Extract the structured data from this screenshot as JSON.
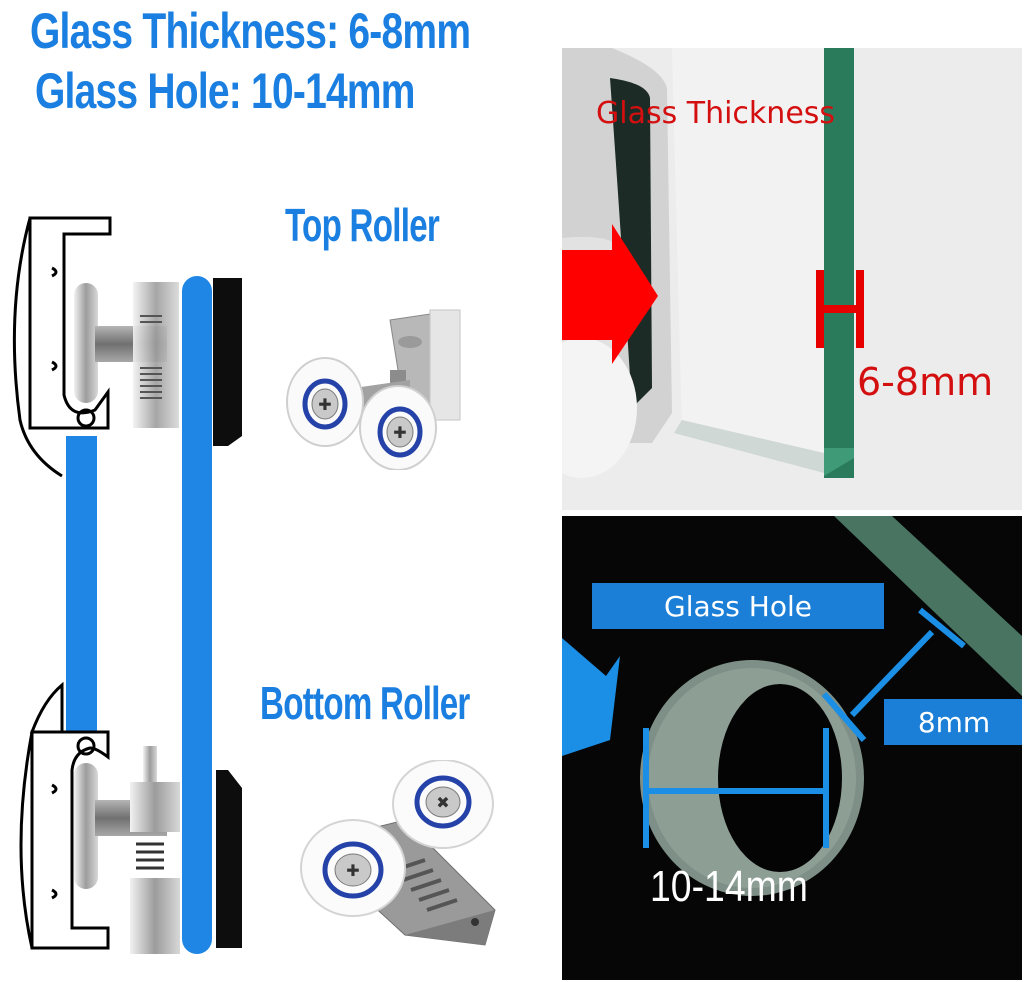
{
  "headline": {
    "thickness": "Glass Thickness: 6-8mm",
    "hole": "Glass Hole: 10-14mm"
  },
  "labels": {
    "top_roller": "Top Roller",
    "bottom_roller": "Bottom Roller"
  },
  "panel_thickness": {
    "label": "Glass Thickness",
    "value": "6-8mm"
  },
  "panel_hole": {
    "label": "Glass Hole",
    "edge_value": "8mm",
    "diameter_value": "10-14mm"
  },
  "colors": {
    "brand_blue": "#1a7fe0",
    "annotation_red": "#d40f10",
    "glass_green": "#2a7a5c",
    "diagram_blue": "#1f86e6"
  }
}
